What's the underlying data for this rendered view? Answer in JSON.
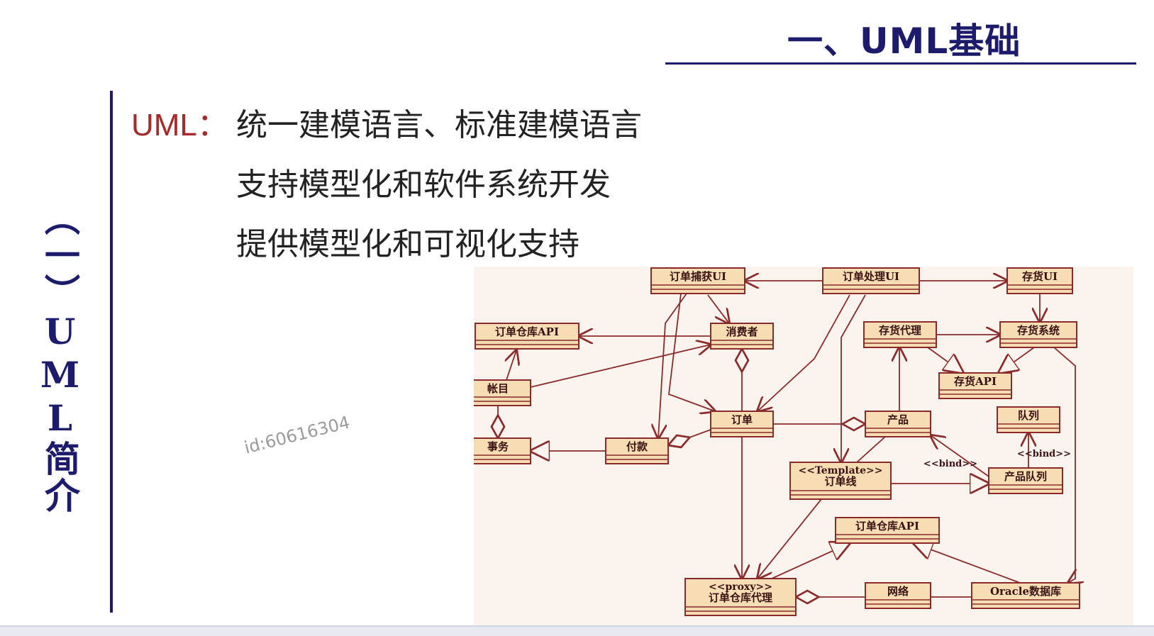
{
  "slide": {
    "title": "一、UML基础",
    "side_label": "（一）UML简介",
    "lead": "UML：",
    "bullets": [
      "统一建模语言、标准建模语言",
      "支持模型化和软件系统开发",
      "提供模型化和可视化支持"
    ],
    "watermark": "id:60616304"
  },
  "diagram": {
    "colors": {
      "border": "#8b2a2a",
      "fill": "#f7ddb4",
      "line": "#8b2a2a",
      "text": "#3b1010"
    },
    "classes": [
      {
        "id": "c1",
        "label": "订单捕获UI"
      },
      {
        "id": "c2",
        "label": "订单处理UI"
      },
      {
        "id": "c3",
        "label": "存货UI"
      },
      {
        "id": "c4",
        "label": "订单仓库API"
      },
      {
        "id": "c5",
        "label": "消费者"
      },
      {
        "id": "c6",
        "label": "存货代理"
      },
      {
        "id": "c7",
        "label": "存货系统"
      },
      {
        "id": "c8",
        "label": "存货API"
      },
      {
        "id": "c9",
        "label": "帐目"
      },
      {
        "id": "c10",
        "label": "事务"
      },
      {
        "id": "c11",
        "label": "付款"
      },
      {
        "id": "c12",
        "label": "订单"
      },
      {
        "id": "c13",
        "label": "产品"
      },
      {
        "id": "c14",
        "label": "队列"
      },
      {
        "id": "c15",
        "label": "<<Template>>",
        "label2": "订单线"
      },
      {
        "id": "c16",
        "label": "产品队列"
      },
      {
        "id": "c17",
        "label": "订单仓库API"
      },
      {
        "id": "c18",
        "label": "<<proxy>>",
        "label2": "订单仓库代理"
      },
      {
        "id": "c19",
        "label": "网络"
      },
      {
        "id": "c20",
        "label": "Oracle数据库"
      }
    ],
    "edge_labels": [
      "<<bind>>",
      "<<bind>>"
    ]
  }
}
